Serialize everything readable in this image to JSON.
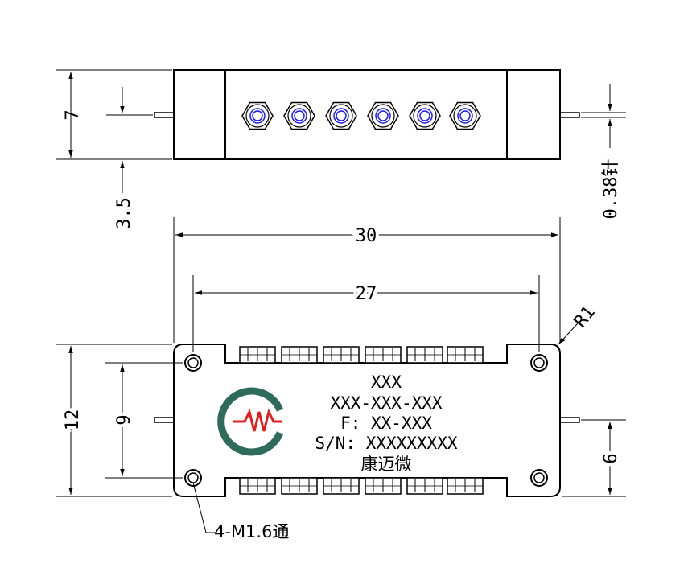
{
  "top_view": {
    "height_dim": "7",
    "pin_offset_dim": "3.5",
    "pin_diameter_dim": "0.38针"
  },
  "front_view": {
    "width_dim": "30",
    "hole_spacing_dim": "27",
    "corner_radius_dim": "R1",
    "height_dim": "12",
    "hole_pitch_dim": "9",
    "pin_height_dim": "6",
    "mounting_holes_note": "4-M1.6通"
  },
  "marking": {
    "line1": "XXX",
    "line2": "XXX-XXX-XXX",
    "line3": "F: XX-XXX",
    "line4": "S/N: XXXXXXXXX",
    "manufacturer": "康迈微"
  },
  "colors": {
    "line": "#000000",
    "connector_ring": "#1a1aff",
    "logo_green": "#2e6b5a",
    "logo_red": "#e02020"
  }
}
